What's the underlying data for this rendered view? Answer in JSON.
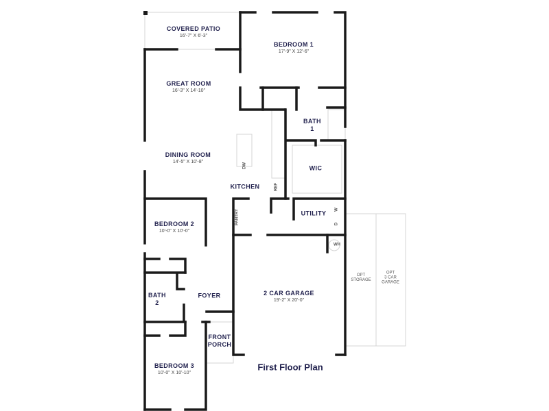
{
  "plan_title": "First Floor Plan",
  "rooms": {
    "covered_patio": {
      "name": "COVERED PATIO",
      "dims": "16'-7\" X 6'-3\""
    },
    "bedroom_1": {
      "name": "BEDROOM 1",
      "dims": "17'-9\" X 12'-6\""
    },
    "great_room": {
      "name": "GREAT ROOM",
      "dims": "16'-3\" X 14'-10\""
    },
    "bath_1": {
      "name": "BATH",
      "num": "1"
    },
    "dining_room": {
      "name": "DINING ROOM",
      "dims": "14'-5\" X 10'-8\""
    },
    "wic": {
      "name": "WIC"
    },
    "kitchen": {
      "name": "KITCHEN"
    },
    "bedroom_2": {
      "name": "BEDROOM 2",
      "dims": "10'-0\" X 10'-0\""
    },
    "utility": {
      "name": "UTILITY"
    },
    "pantry": {
      "name": "PANTRY"
    },
    "bath_2": {
      "name": "BATH",
      "num": "2"
    },
    "foyer": {
      "name": "FOYER"
    },
    "garage": {
      "name": "2 CAR GARAGE",
      "dims": "19'-2\" X 20'-0\""
    },
    "opt_storage": {
      "name": "OPT",
      "sub": "STORAGE"
    },
    "opt_garage": {
      "name": "OPT",
      "sub": "3 CAR",
      "sub2": "GARAGE"
    },
    "front_porch": {
      "name": "FRONT",
      "sub": "PORCH"
    },
    "bedroom_3": {
      "name": "BEDROOM 3",
      "dims": "10'-0\" X 10'-10\""
    }
  },
  "fixtures": {
    "dw": "DW",
    "ref": "REF",
    "washer": "W",
    "dryer": "D",
    "water_heater": "WH"
  },
  "colors": {
    "label": "#23234f",
    "wall": "#1a1a1a"
  }
}
